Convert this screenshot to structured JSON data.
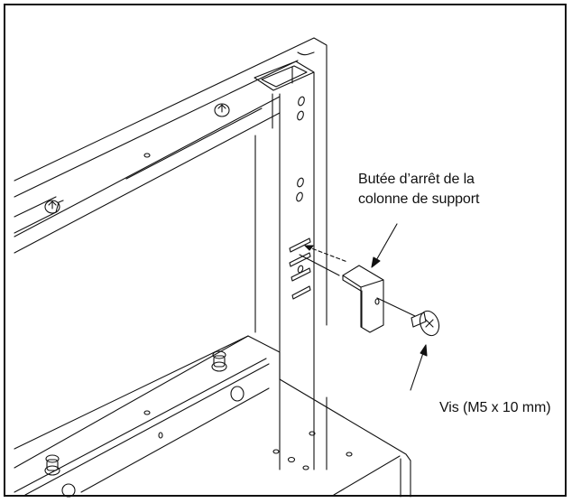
{
  "diagram": {
    "type": "assembly-illustration",
    "subject": "Rack frame upright column with support column stopper and screw",
    "labels": {
      "stopper_line1": "Butée d’arrêt de la",
      "stopper_line2": "colonne de support",
      "screw": "Vis (M5 x 10 mm)"
    },
    "colors": {
      "line": "#111111",
      "background": "#ffffff"
    }
  }
}
